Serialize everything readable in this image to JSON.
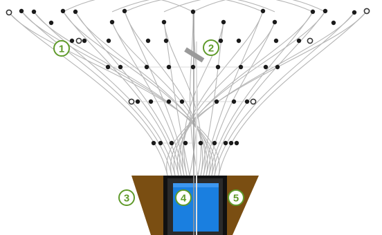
{
  "callouts": [
    {
      "label": "1"
    },
    {
      "label": "2"
    },
    {
      "label": "3"
    },
    {
      "label": "4"
    },
    {
      "label": "5"
    }
  ],
  "colors": {
    "callout": "#5f9a2a",
    "cable": "#b8b8b8",
    "node": "#1a1a1a",
    "soil": "#7a4e12",
    "frame": "#111111",
    "tank": "#1a7fe0"
  }
}
